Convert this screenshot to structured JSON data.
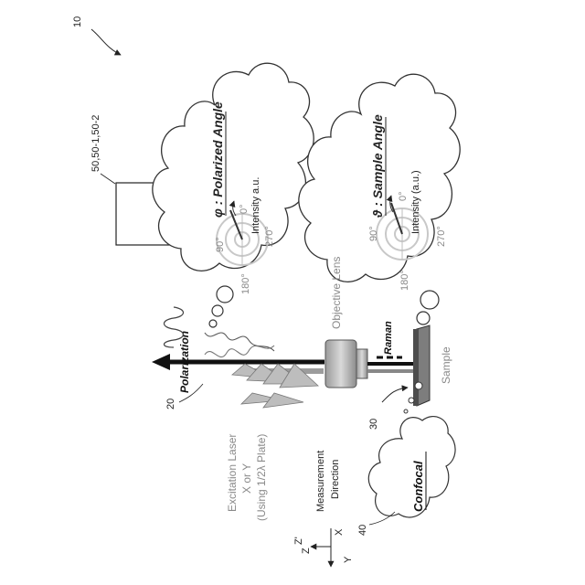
{
  "labels": {
    "ref_10": "10",
    "ref_box": "50,50-1,50-2",
    "ref_20": "20",
    "ref_30": "30",
    "ref_40": "40",
    "polarization": "Polarization",
    "raman": "Raman",
    "objective_lens": "Objective Lens",
    "sample": "Sample",
    "excitation_line1": "Excitation Laser",
    "excitation_line2": "X or Y",
    "excitation_line3": "(Using 1/2λ Plate)",
    "measurement_line1": "Measurement",
    "measurement_line2": "Direction",
    "confocal": "Confocal",
    "polarized_angle": "φ : Polarized Angle",
    "sample_angle": "ϑ : Sample Angle",
    "intensity_top": "Intensity a.u.",
    "intensity_bottom": "Intensity (a.u.)",
    "top_90": "90°",
    "top_0": "0°",
    "top_180": "180°",
    "top_270": "270°",
    "bot_90": "90°",
    "bot_0": "0°",
    "bot_180": "180°",
    "bot_270": "270°",
    "axis_z": "Z",
    "axis_zp": "Z'",
    "axis_x": "X",
    "axis_y": "Y"
  }
}
